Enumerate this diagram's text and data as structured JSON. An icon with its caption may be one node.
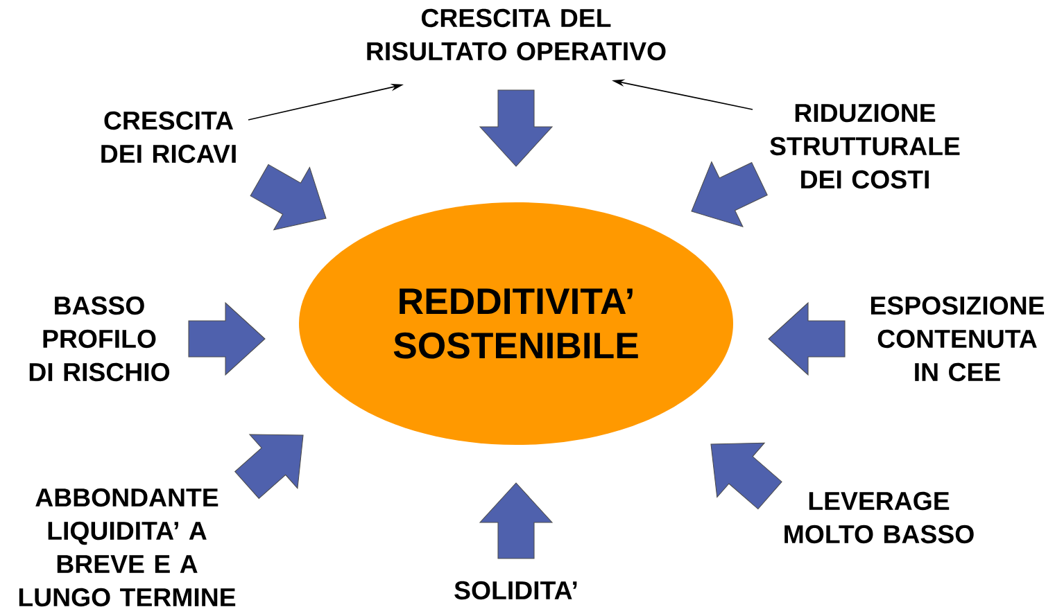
{
  "diagram": {
    "nodes": [
      {
        "text": [
          "REDDITIVITA’ SOSTENIBILE"
        ]
      },
      {
        "text": [
          "CRESCITA DEL RISULTATO OPERATIVO"
        ]
      },
      {
        "text": [
          "CRESCITA DEI RICAVI"
        ]
      },
      {
        "text": [
          "RIDUZIONE STRUTTURALE DEI COSTI"
        ]
      },
      {
        "text": [
          "BASSO PROFILO DI RISCHIO"
        ]
      },
      {
        "text": [
          "ESPOSIZIONE CONTENUTA IN CEE"
        ]
      },
      {
        "text": [
          "ABBONDANTE LIQUIDITA’ A BREVE E A LUNGO TERMINE"
        ]
      },
      {
        "text": [
          "SOLIDITA’"
        ]
      },
      {
        "text": [
          "LEVERAGE MOLTO BASSO"
        ]
      }
    ],
    "edges": [
      {
        "from": 2,
        "to": 1,
        "arrow": "to"
      },
      {
        "from": 3,
        "to": 1,
        "arrow": "to"
      },
      {
        "from": 1,
        "to": 0,
        "arrow": "to",
        "style": "thick"
      },
      {
        "from": 2,
        "to": 0,
        "arrow": "to",
        "style": "thick"
      },
      {
        "from": 3,
        "to": 0,
        "arrow": "to",
        "style": "thick"
      },
      {
        "from": 4,
        "to": 0,
        "arrow": "to",
        "style": "thick"
      },
      {
        "from": 5,
        "to": 0,
        "arrow": "to",
        "style": "thick"
      },
      {
        "from": 6,
        "to": 0,
        "arrow": "to",
        "style": "thick"
      },
      {
        "from": 7,
        "to": 0,
        "arrow": "to",
        "style": "thick"
      },
      {
        "from": 8,
        "to": 0,
        "arrow": "to",
        "style": "thick"
      }
    ]
  }
}
